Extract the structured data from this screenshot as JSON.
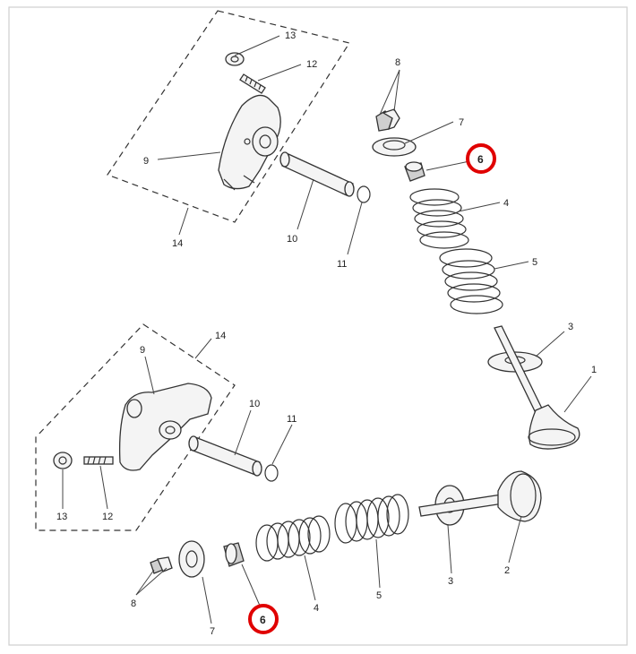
{
  "diagram": {
    "highlight_color": "#e00000",
    "callouts": {
      "top_13": "13",
      "top_12": "12",
      "top_9": "9",
      "top_10": "10",
      "top_11": "11",
      "top_14": "14",
      "top_8": "8",
      "top_7": "7",
      "top_6": "6",
      "top_4": "4",
      "top_5": "5",
      "top_3": "3",
      "top_1": "1",
      "bot_14": "14",
      "bot_9": "9",
      "bot_10": "10",
      "bot_11": "11",
      "bot_13": "13",
      "bot_12": "12",
      "bot_8": "8",
      "bot_7": "7",
      "bot_6": "6",
      "bot_4": "4",
      "bot_5": "5",
      "bot_3": "3",
      "bot_2": "2"
    }
  }
}
